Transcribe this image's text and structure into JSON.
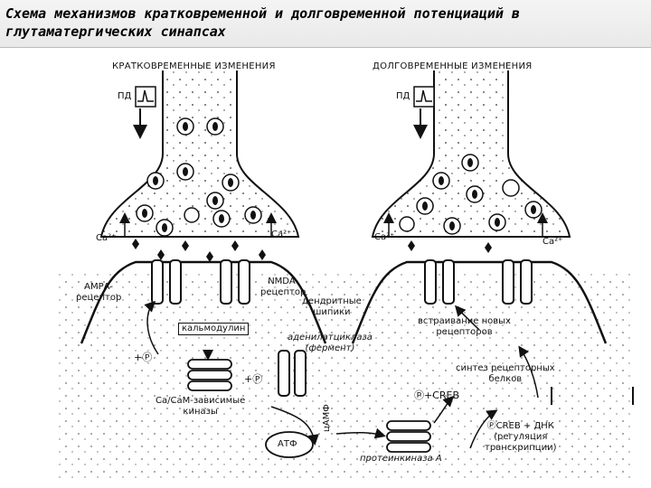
{
  "title": "Схема механизмов кратковременной и долговременной потенциаций в глутаматергических синапсах",
  "headers": {
    "short_term": "КРАТКОВРЕМЕННЫЕ ИЗМЕНЕНИЯ",
    "long_term": "ДОЛГОВРЕМЕННЫЕ ИЗМЕНЕНИЯ"
  },
  "labels": {
    "pd_left": "ПД",
    "pd_right": "ПД",
    "ca_left": "Ca²⁺",
    "ca_center_left": "Ca²⁺",
    "ca_center_right": "Ca²⁺",
    "ca_right": "Ca²⁺",
    "ampa": "АМРА-\nрецептор",
    "nmda": "NMDA-\nрецептор",
    "dendritic_spines": "дендритные\nшипики",
    "calmodulin": "кальмодулин",
    "adenylate_cyclase": "аденилатциклаза\n(фермент)",
    "plus_p_left": "+Ⓟ",
    "plus_p_center": "+Ⓟ",
    "camk": "Са/СаМ-зависимые\nкиназы",
    "atf": "АТФ",
    "camp": "цАМФ",
    "protein_kinase_a": "протеинкиназа А",
    "insertion": "встраивание новых\nрецепторов",
    "receptor_synthesis": "синтез рецепторных\nбелков",
    "p_creb": "Ⓟ+CREB",
    "p_creb_dna": "ⓅCREB + ДНК\n(регуляция\nтранскрипции)"
  }
}
